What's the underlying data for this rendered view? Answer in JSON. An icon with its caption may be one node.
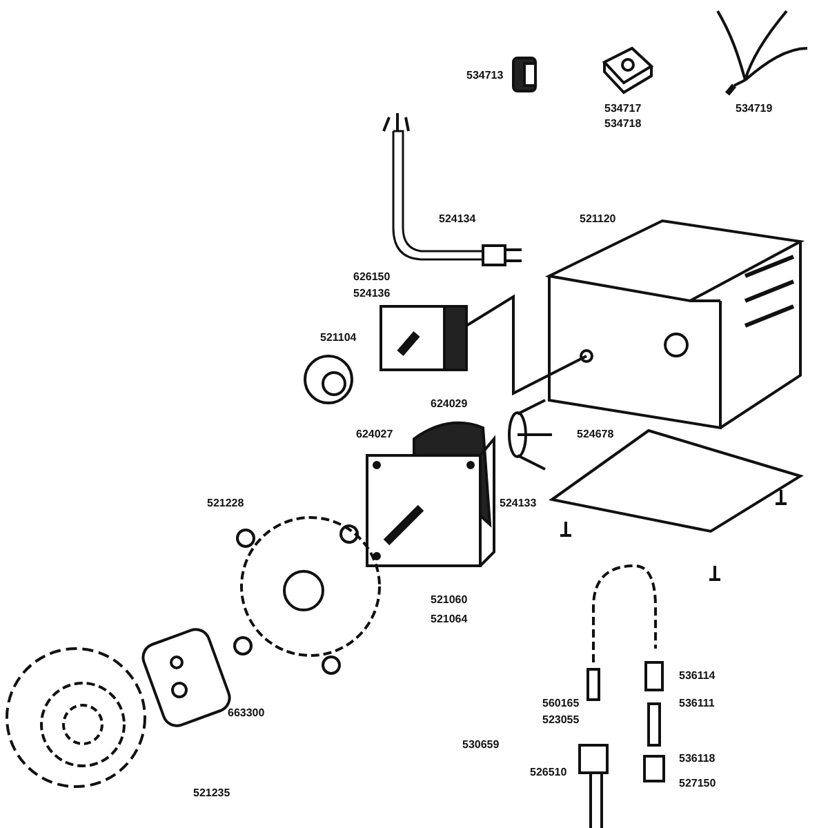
{
  "diagram": {
    "labels": [
      "534713",
      "534717",
      "534718",
      "534719",
      "524134",
      "521120",
      "626150",
      "524136",
      "521104",
      "624029",
      "624027",
      "524678",
      "524133",
      "521228",
      "521060",
      "521064",
      "536114",
      "536111",
      "560165",
      "663300",
      "523055",
      "530659",
      "536118",
      "526510",
      "527150",
      "521235"
    ]
  }
}
